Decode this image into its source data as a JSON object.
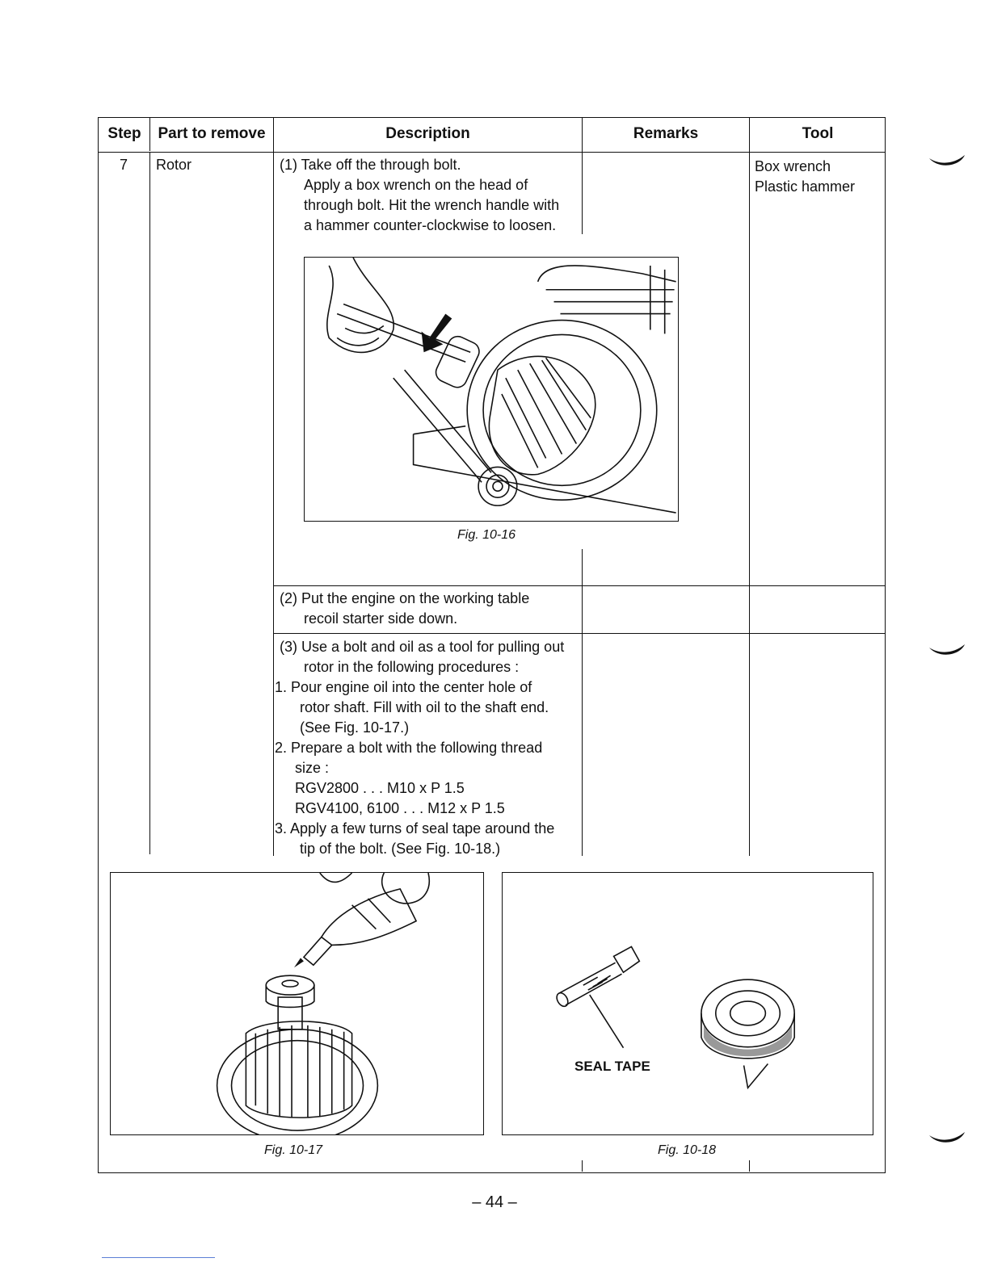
{
  "table": {
    "headers": {
      "step": "Step",
      "part": "Part to remove",
      "description": "Description",
      "remarks": "Remarks",
      "tool": "Tool"
    },
    "row": {
      "step": "7",
      "part": "Rotor",
      "tools": [
        "Box wrench",
        "Plastic hammer"
      ]
    },
    "step1": {
      "title": "(1) Take off the through bolt.",
      "lines": [
        "Apply a box wrench on the head of",
        "through bolt. Hit the wrench handle with",
        "a hammer counter-clockwise to loosen."
      ]
    },
    "step2": {
      "title": "(2) Put the engine on the working table",
      "lines": [
        "recoil starter side down."
      ]
    },
    "step3": {
      "title": "(3) Use a bolt and oil as a tool for pulling out",
      "title_cont": "rotor in the following procedures :",
      "item1": "1. Pour engine oil into the center hole of",
      "item1_lines": [
        "rotor shaft. Fill with oil to the shaft end.",
        "(See Fig. 10-17.)"
      ],
      "item2": "2. Prepare a bolt with the following thread",
      "item2_lines": [
        "size :",
        "RGV2800 . . . M10 x P 1.5",
        "RGV4100, 6100 . . . M12 x P 1.5"
      ],
      "item3": "3. Apply a few turns of seal tape around the",
      "item3_lines": [
        "tip of the bolt. (See Fig. 10-18.)"
      ]
    }
  },
  "figures": {
    "fig16": {
      "caption": "Fig. 10-16"
    },
    "fig17": {
      "caption": "Fig. 10-17"
    },
    "fig18": {
      "caption": "Fig. 10-18",
      "label": "SEAL TAPE"
    }
  },
  "page_number": "– 44 –"
}
